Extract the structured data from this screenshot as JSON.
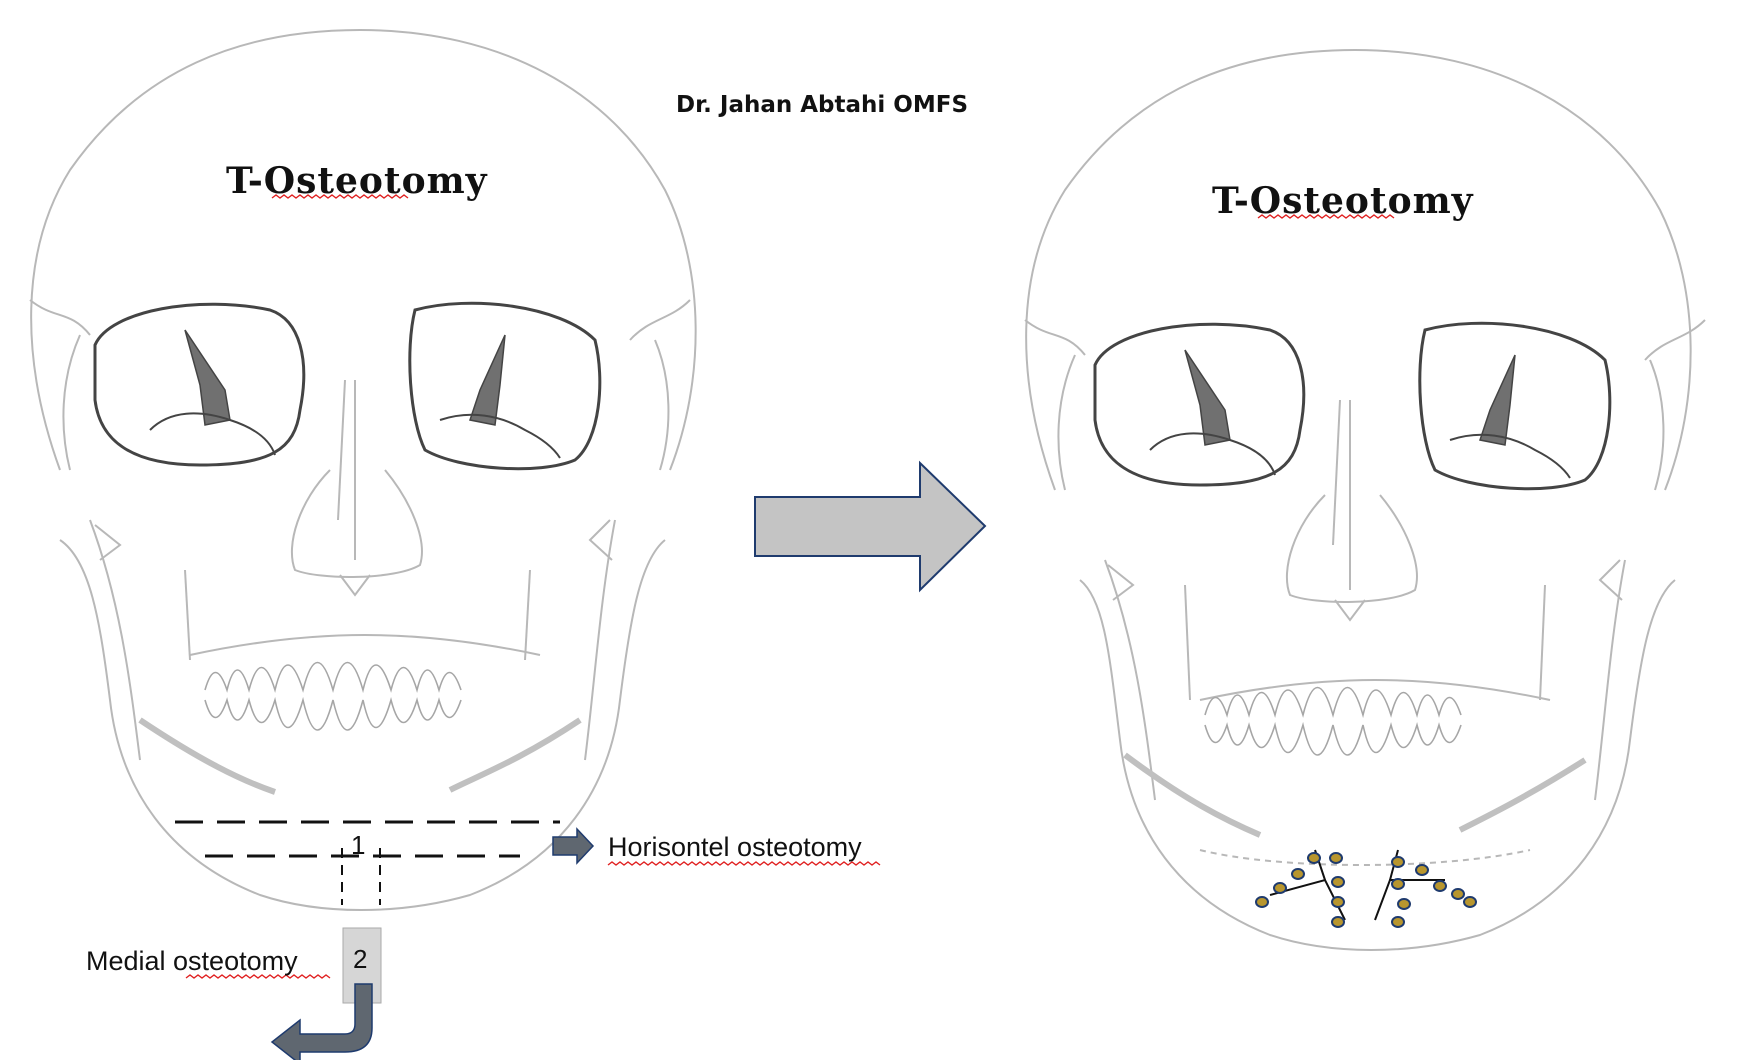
{
  "header": {
    "credit": "Dr. Jahan Abtahi OMFS"
  },
  "panels": {
    "before": {
      "title": "T-Osteotomy"
    },
    "after": {
      "title": "T-Osteotomy"
    }
  },
  "annotations": {
    "step_1_number": "1",
    "step_1_label": "Horisontel osteotomy",
    "step_2_number": "2",
    "step_2_label": "Medial osteotomy"
  },
  "colors": {
    "skull_outline": "#b8b8b8",
    "orbit_outline": "#444444",
    "arrow_fill": "#c4c4c4",
    "arrow_stroke": "#1f3b6e",
    "small_arrow": "#5f6770",
    "screw_fill": "#b8962e",
    "screw_ring": "#1f3b6e",
    "spellcheck_underline": "#e02020"
  },
  "icons": [
    "skull-before-icon",
    "skull-after-icon",
    "transition-arrow-icon",
    "direction-arrow-icon",
    "bend-arrow-icon",
    "fixation-plate-icon"
  ]
}
